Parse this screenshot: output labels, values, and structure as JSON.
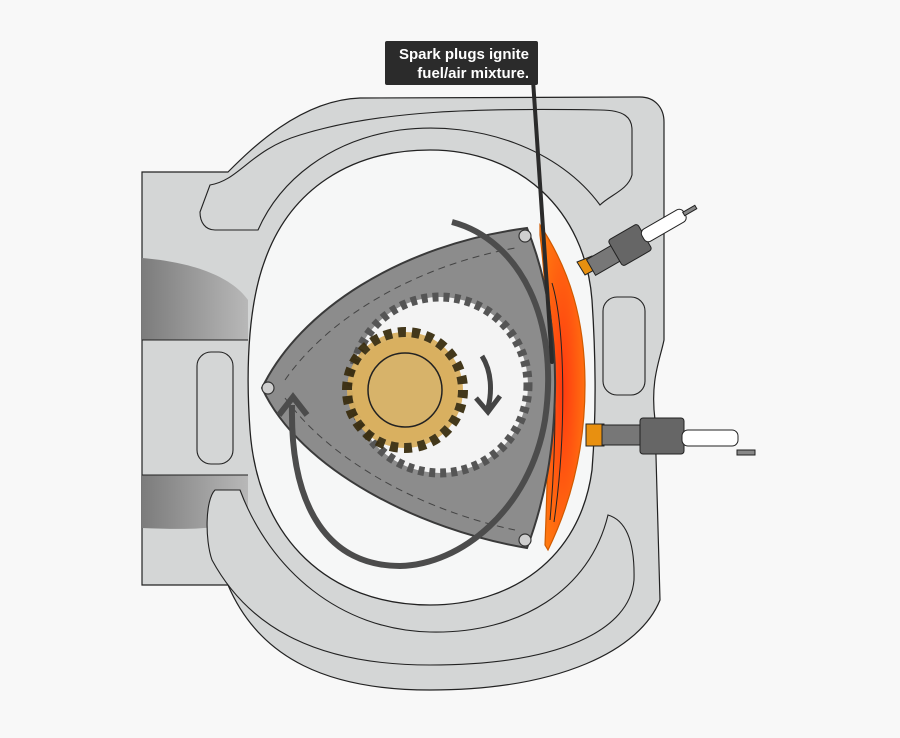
{
  "diagram": {
    "subject": "Rotary (Wankel) engine cross-section",
    "callout": {
      "line1": "Spark plugs ignite",
      "line2": "fuel/air mixture."
    },
    "components": [
      "housing",
      "rotor",
      "eccentric-shaft-gear",
      "rotor-internal-gear",
      "combustion-chamber",
      "leading-spark-plug",
      "trailing-spark-plug",
      "rotation-arrow-rotor",
      "rotation-arrow-shaft"
    ],
    "colors": {
      "background": "#f8f8f8",
      "housing": "#d4d6d6",
      "housing_shadow": "#9a9a9a",
      "rotor": "#8a8a8a",
      "gear_gold": "#d9b060",
      "combustion": "#ff4d10",
      "combustion_edge": "#ff8a10",
      "callout_bg": "#2b2b2b",
      "callout_text": "#ffffff"
    }
  }
}
